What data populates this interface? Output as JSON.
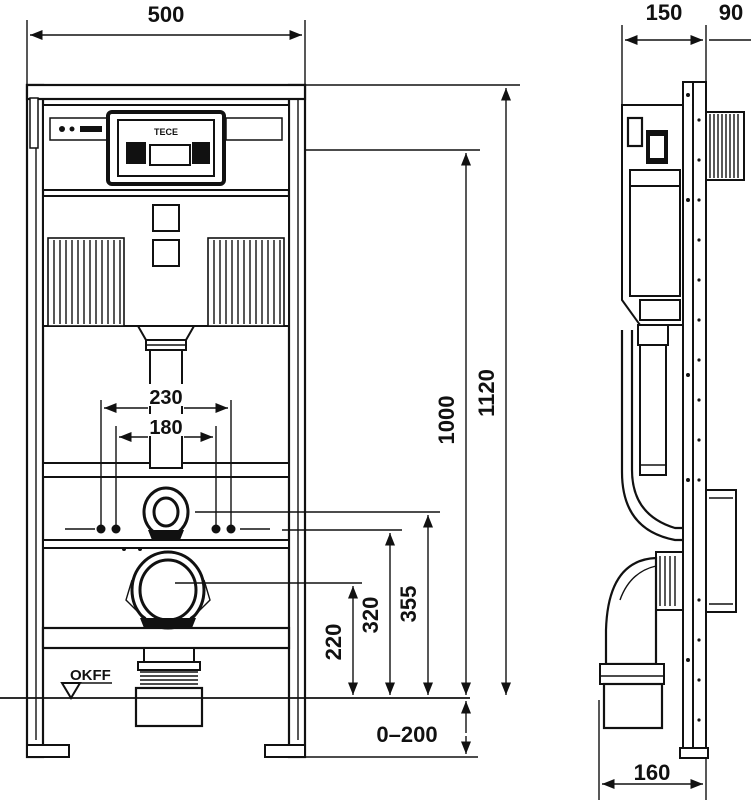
{
  "front_view": {
    "width_label": "500",
    "height_total_label": "1120",
    "height_frame_label": "1000",
    "outlet_spacing_outer_label": "230",
    "outlet_spacing_inner_label": "180",
    "height_355_label": "355",
    "height_320_label": "320",
    "height_220_label": "220",
    "adjust_range_label": "0–200",
    "floor_label": "OKFF",
    "plate_label": "TECE"
  },
  "side_view": {
    "depth_label": "150",
    "plate_offset_label": "90",
    "bottom_depth_label": "160"
  },
  "colors": {
    "line": "#111111",
    "background": "#ffffff"
  }
}
